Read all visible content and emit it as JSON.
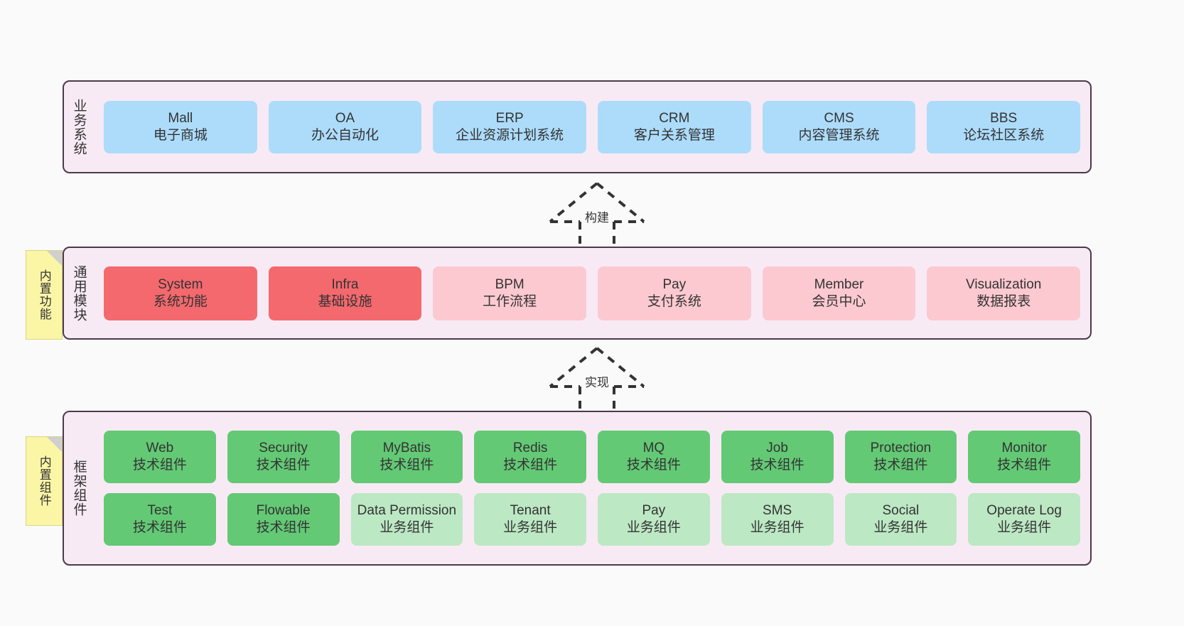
{
  "diagram": {
    "background_color": "#fafafa",
    "panel_background": "#f8eaf5",
    "panel_border": "#4a3b4a"
  },
  "notes": [
    {
      "id": "builtin-function",
      "label": "内置功能",
      "color": "#fbf6a6"
    },
    {
      "id": "builtin-component",
      "label": "内置组件",
      "color": "#fbf6a6"
    }
  ],
  "connectors": [
    {
      "id": "build",
      "label": "构建",
      "style": "dashed-hollow-arrow-up"
    },
    {
      "id": "implement",
      "label": "实现",
      "style": "dashed-hollow-arrow-up"
    }
  ],
  "layers": {
    "business": {
      "title": "业务系统",
      "color": "#addcfb",
      "boxes": [
        {
          "name": "Mall",
          "desc": "电子商城",
          "color": "#addcfb"
        },
        {
          "name": "OA",
          "desc": "办公自动化",
          "color": "#addcfb"
        },
        {
          "name": "ERP",
          "desc": "企业资源计划系统",
          "color": "#addcfb"
        },
        {
          "name": "CRM",
          "desc": "客户关系管理",
          "color": "#addcfb"
        },
        {
          "name": "CMS",
          "desc": "内容管理系统",
          "color": "#addcfb"
        },
        {
          "name": "BBS",
          "desc": "论坛社区系统",
          "color": "#addcfb"
        }
      ]
    },
    "common": {
      "title": "通用模块",
      "boxes": [
        {
          "name": "System",
          "desc": "系统功能",
          "color": "#f4696e",
          "tone": "red"
        },
        {
          "name": "Infra",
          "desc": "基础设施",
          "color": "#f4696e",
          "tone": "red"
        },
        {
          "name": "BPM",
          "desc": "工作流程",
          "color": "#fcc9d0",
          "tone": "pink"
        },
        {
          "name": "Pay",
          "desc": "支付系统",
          "color": "#fcc9d0",
          "tone": "pink"
        },
        {
          "name": "Member",
          "desc": "会员中心",
          "color": "#fcc9d0",
          "tone": "pink"
        },
        {
          "name": "Visualization",
          "desc": "数据报表",
          "color": "#fcc9d0",
          "tone": "pink"
        }
      ]
    },
    "framework": {
      "title": "框架组件",
      "row1": [
        {
          "name": "Web",
          "desc": "技术组件",
          "color": "#63c975",
          "tone": "green"
        },
        {
          "name": "Security",
          "desc": "技术组件",
          "color": "#63c975",
          "tone": "green"
        },
        {
          "name": "MyBatis",
          "desc": "技术组件",
          "color": "#63c975",
          "tone": "green"
        },
        {
          "name": "Redis",
          "desc": "技术组件",
          "color": "#63c975",
          "tone": "green"
        },
        {
          "name": "MQ",
          "desc": "技术组件",
          "color": "#63c975",
          "tone": "green"
        },
        {
          "name": "Job",
          "desc": "技术组件",
          "color": "#63c975",
          "tone": "green"
        },
        {
          "name": "Protection",
          "desc": "技术组件",
          "color": "#63c975",
          "tone": "green"
        },
        {
          "name": "Monitor",
          "desc": "技术组件",
          "color": "#63c975",
          "tone": "green"
        }
      ],
      "row2": [
        {
          "name": "Test",
          "desc": "技术组件",
          "color": "#63c975",
          "tone": "green"
        },
        {
          "name": "Flowable",
          "desc": "技术组件",
          "color": "#63c975",
          "tone": "green"
        },
        {
          "name": "Data Permission",
          "desc": "业务组件",
          "color": "#bce8c4",
          "tone": "lgreen"
        },
        {
          "name": "Tenant",
          "desc": "业务组件",
          "color": "#bce8c4",
          "tone": "lgreen"
        },
        {
          "name": "Pay",
          "desc": "业务组件",
          "color": "#bce8c4",
          "tone": "lgreen"
        },
        {
          "name": "SMS",
          "desc": "业务组件",
          "color": "#bce8c4",
          "tone": "lgreen"
        },
        {
          "name": "Social",
          "desc": "业务组件",
          "color": "#bce8c4",
          "tone": "lgreen"
        },
        {
          "name": "Operate Log",
          "desc": "业务组件",
          "color": "#bce8c4",
          "tone": "lgreen"
        }
      ]
    }
  }
}
